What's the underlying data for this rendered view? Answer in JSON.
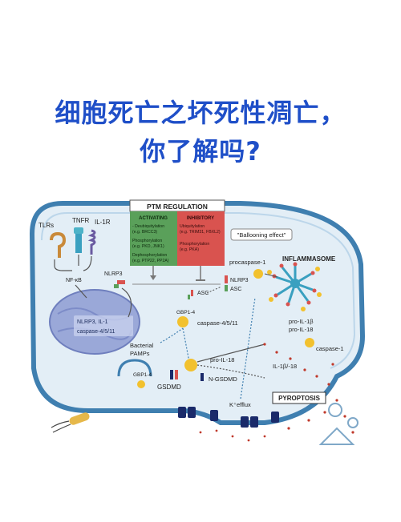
{
  "header": {
    "title_line1": "细胞死亡之坏死性凋亡，",
    "title_line2": "你了解吗?"
  },
  "diagram": {
    "ptm": {
      "title": "PTM REGULATION",
      "activating": {
        "heading": "ACTIVATING",
        "items": [
          "- Deubiquitylation",
          "(e.g. BRCC3)",
          "Phosphorylation",
          "(e.g. PKD, JNK1)",
          "Dephosphorylation",
          "(e.g. PTP22, PP2A)"
        ]
      },
      "inhibitory": {
        "heading": "INHIBITORY",
        "items": [
          "Ubiquitylation",
          "(e.g. TRIM31, FBXL2)",
          "Phosphorylation",
          "(e.g. PKA)"
        ]
      }
    },
    "receptors": {
      "tlrs": "TLRs",
      "tnfr": "TNFR",
      "il1r": "IL-1R"
    },
    "labels": {
      "nfkb": "NF-κB",
      "nlrp3_a": "NLRP3",
      "nucleus_text_1": "NLRP3, IL-1",
      "nucleus_text_2": "caspase-4/5/11",
      "ballooning": "\"Ballooning effect\"",
      "procaspase": "procaspase-1",
      "inflammasome": "INFLAMMASOME",
      "asc_a": "ASC",
      "nlrp3_b": "NLRP3",
      "asc_b": "ASC",
      "gbp_a": "GBP1-4",
      "caspase_4511": "caspase-4/5/11",
      "bacterial_1": "Bacterial",
      "bacterial_2": "PAMPs",
      "gbp_b": "GBP1-4",
      "gsdmd": "GSDMD",
      "pro_il18": "pro-IL-18",
      "n_gsdmd": "N-GSDMD",
      "k_efflux": "K⁺efflux",
      "pro_il1b": "pro-IL-1β",
      "pro_il18_b": "pro-IL-18",
      "caspase1": "caspase-1",
      "il1b_18": "IL-1β/-18",
      "pyroptosis": "PYROPTOSIS"
    },
    "colors": {
      "title_blue": "#1f4fc8",
      "activating_green": "#5aa05a",
      "inhibitory_red": "#d9534f",
      "cell_fill": "#e3eef6",
      "membrane": "#3f7fb0"
    }
  }
}
